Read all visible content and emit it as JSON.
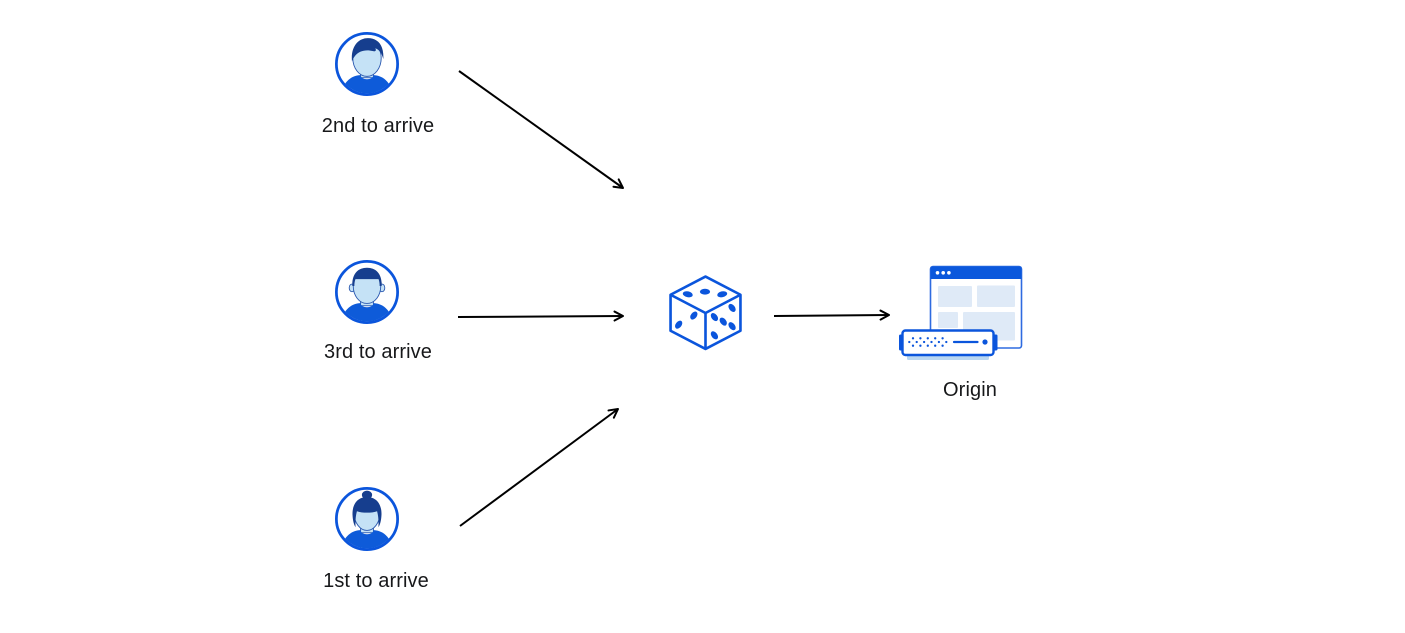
{
  "diagram": {
    "description": "Three clients send requests through a random selector (dice) to an origin server",
    "clients": [
      {
        "id": "client-2nd",
        "label": "2nd to arrive",
        "icon": "avatar-swoop-hair-icon"
      },
      {
        "id": "client-3rd",
        "label": "3rd to arrive",
        "icon": "avatar-flat-hair-icon"
      },
      {
        "id": "client-1st",
        "label": "1st to arrive",
        "icon": "avatar-bun-hair-icon"
      }
    ],
    "selector": {
      "id": "dice",
      "icon": "dice-icon"
    },
    "origin": {
      "id": "origin",
      "label": "Origin",
      "icon": "origin-server-icon"
    },
    "arrows": [
      {
        "from": "client-2nd",
        "to": "dice"
      },
      {
        "from": "client-3rd",
        "to": "dice"
      },
      {
        "from": "client-1st",
        "to": "dice"
      },
      {
        "from": "dice",
        "to": "origin"
      }
    ],
    "colors": {
      "primary_blue": "#0B55DC",
      "navy_hair": "#163E8E",
      "face_light_blue": "#C5E2F6",
      "panel_light_blue": "#DFEAF7",
      "server_base_blue": "#B9D6F1",
      "window_border_blue": "#2E6BE0",
      "arrow_color": "#000000",
      "text_color": "#17181A",
      "background": "#FFFFFF"
    }
  }
}
